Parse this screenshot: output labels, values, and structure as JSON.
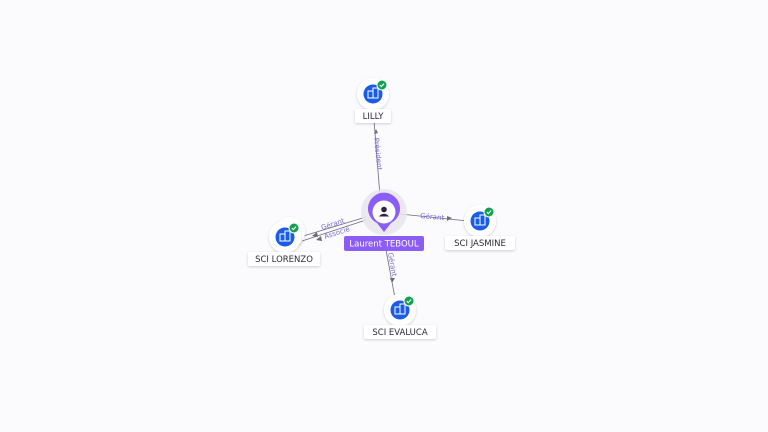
{
  "person": {
    "name": "Laurent TEBOUL",
    "icon": "user-icon"
  },
  "companies": [
    {
      "id": "lilly",
      "name": "LILLY",
      "icon": "building-icon",
      "status_icon": "check-icon"
    },
    {
      "id": "sci-jasmine",
      "name": "SCI JASMINE",
      "icon": "building-icon",
      "status_icon": "check-icon"
    },
    {
      "id": "sci-lorenzo",
      "name": "SCI LORENZO",
      "icon": "building-icon",
      "status_icon": "check-icon"
    },
    {
      "id": "sci-evaluca",
      "name": "SCI EVALUCA",
      "icon": "building-icon",
      "status_icon": "check-icon"
    }
  ],
  "relations": [
    {
      "to": "lilly",
      "labels": [
        "Président"
      ]
    },
    {
      "to": "sci-jasmine",
      "labels": [
        "Gérant"
      ]
    },
    {
      "to": "sci-lorenzo",
      "labels": [
        "Gérant",
        "Associé"
      ]
    },
    {
      "to": "sci-evaluca",
      "labels": [
        "Gérant"
      ]
    }
  ],
  "colors": {
    "person_accent": "#8b5cf6",
    "company_icon": "#1a5ce6",
    "status_ok": "#12a150",
    "edge": "#6b6b7a",
    "edge_label": "#7a6ad6"
  }
}
